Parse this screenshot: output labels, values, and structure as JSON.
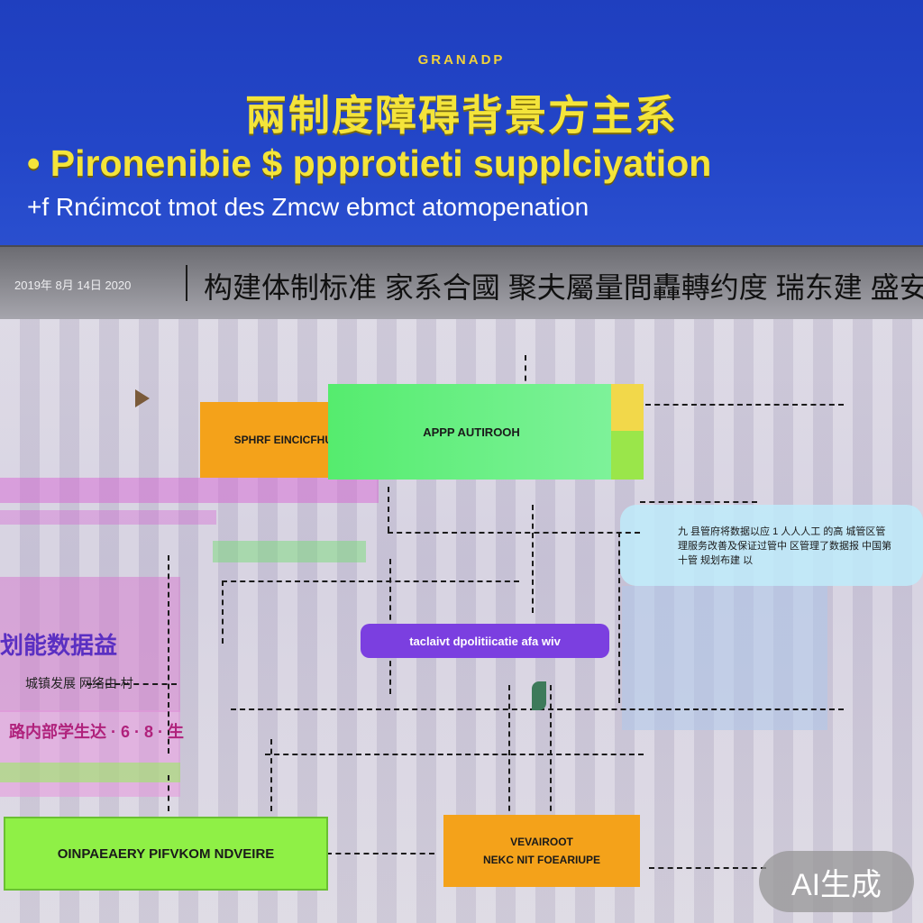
{
  "header": {
    "brand": "GRANADP",
    "title_cn": "兩制度障碍背景方主系",
    "title_en": "Pironenibie $ ppprotieti supplciyation",
    "title_en_bullet": "•",
    "subtitle": "Rnćimcot tmot des Zmcw ebmct atomopenation",
    "subtitle_prefix": "+f"
  },
  "strip": {
    "date": "2019年 8月 14日 2020",
    "headline": "构建体制标准 家系合國 聚夫屬量間轟轉约度 瑞东建 盛安"
  },
  "diagram": {
    "nodes": {
      "sphere": "SPHRF EINCICFHUG",
      "app": "APPP AUTIROOH",
      "center": "taclaivt dpolitiicatie afa wiv",
      "bottom_left": "OINPAEAERY PIFVKOM NDVEIRE",
      "bottom_right_line1": "VEVAIROOT",
      "bottom_right_line2": "NEKC NIT FOEARIUPE"
    },
    "info_box_text": "九 县管府将数据以应 1 人人人工 的高 城管区管理服务改善及保证过管中 区管理了数据报 中国第十管 规划布建 以",
    "side_labels": {
      "primary": "划能数据益",
      "secondary": "城镇发展 网络由 村",
      "tertiary": "路内部学生达 · 6 · 8 · 生"
    }
  },
  "badge": "AI生成",
  "colors": {
    "header_bg": "#2346c8",
    "title_yellow": "#f4e43a",
    "node_orange": "#f4a21a",
    "node_green": "#5ef07a",
    "node_lime": "#8ff046",
    "node_purple": "#7b3fe0",
    "node_yellow": "#f2d84a"
  }
}
